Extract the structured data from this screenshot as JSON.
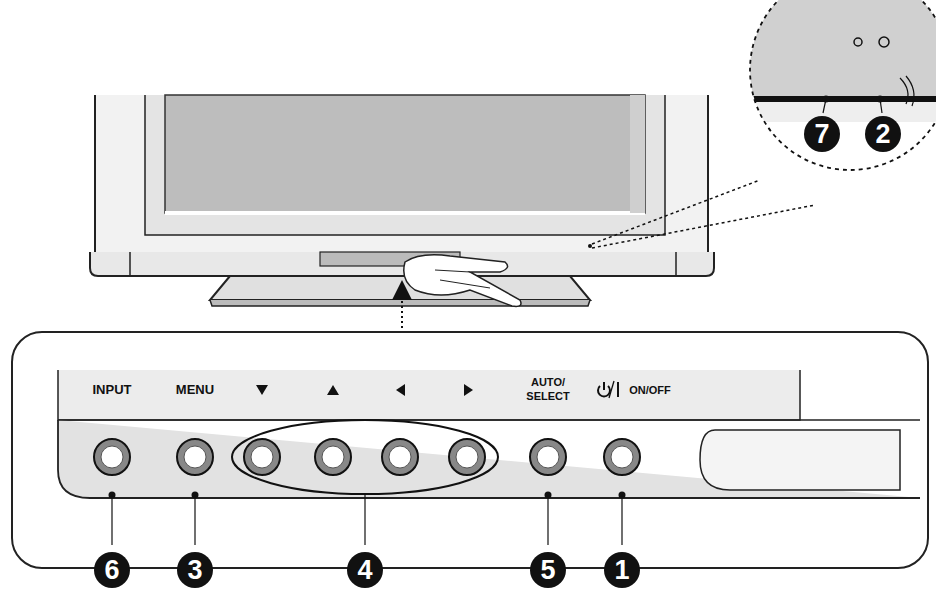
{
  "diagram": {
    "labels": [
      "INPUT",
      "MENU",
      "AUTO/ SELECT",
      "ON/OFF",
      "6",
      "3",
      "4",
      "5",
      "1",
      "7",
      "2"
    ]
  }
}
